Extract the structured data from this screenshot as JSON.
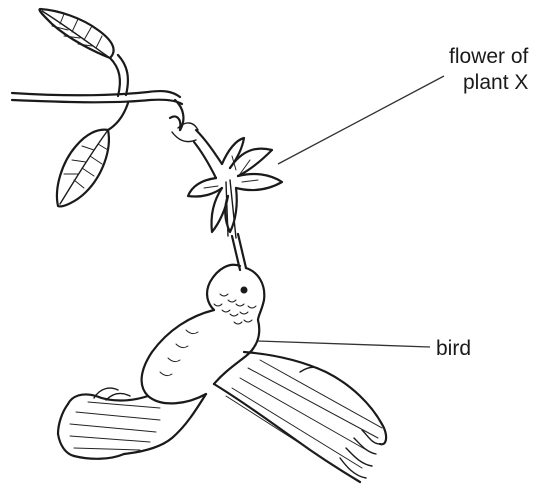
{
  "labels": {
    "flower_line1": "flower of",
    "flower_line2": "plant X",
    "bird": "bird"
  },
  "colors": {
    "ink": "#1a1a1a",
    "background": "#ffffff"
  }
}
